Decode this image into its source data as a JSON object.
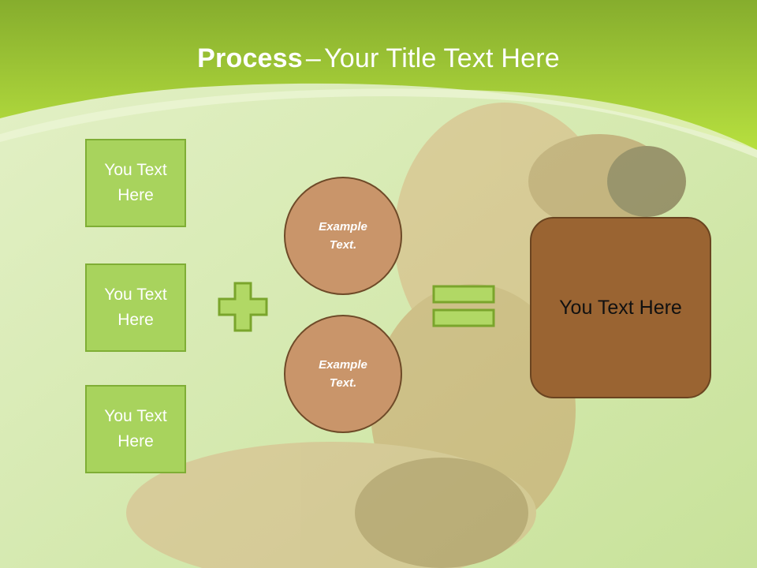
{
  "title": {
    "bold": "Process",
    "dash": "–",
    "rest": "Your Title Text Here"
  },
  "left_boxes": [
    {
      "text": "You Text Here"
    },
    {
      "text": "You Text Here"
    },
    {
      "text": "You Text Here"
    }
  ],
  "circles": [
    {
      "text": "Example Text."
    },
    {
      "text": "Example Text."
    }
  ],
  "result": {
    "text": "You Text Here"
  },
  "colors": {
    "header_green": "#9ccf3a",
    "box_fill": "#a8d35d",
    "circle_fill": "#c9956a",
    "result_fill": "#9a6432"
  }
}
